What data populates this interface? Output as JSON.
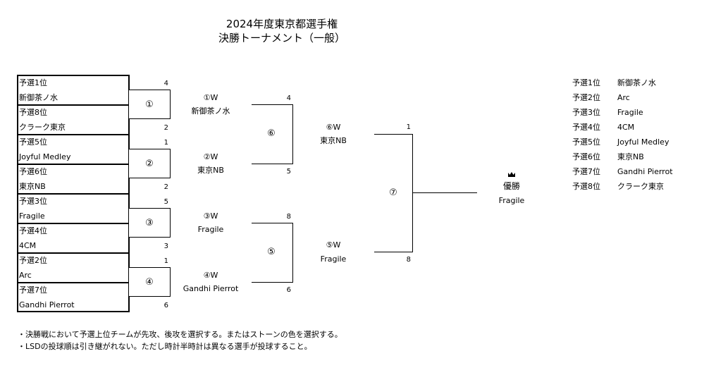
{
  "title": {
    "line1": "2024年度東京都選手権",
    "line2": "決勝トーナメント（一般）"
  },
  "entries": [
    {
      "seed": "予選1位",
      "team": "新御茶ノ水"
    },
    {
      "seed": "予選8位",
      "team": "クラーク東京"
    },
    {
      "seed": "予選5位",
      "team": "Joyful Medley"
    },
    {
      "seed": "予選6位",
      "team": "東京NB"
    },
    {
      "seed": "予選3位",
      "team": "Fragile"
    },
    {
      "seed": "予選4位",
      "team": "4CM"
    },
    {
      "seed": "予選2位",
      "team": "Arc"
    },
    {
      "seed": "予選7位",
      "team": "Gandhi Pierrot"
    }
  ],
  "round1": [
    {
      "num": "①",
      "score_top": "4",
      "score_bottom": "2",
      "winner_label": "①W",
      "winner": "新御茶ノ水"
    },
    {
      "num": "②",
      "score_top": "1",
      "score_bottom": "2",
      "winner_label": "②W",
      "winner": "東京NB"
    },
    {
      "num": "③",
      "score_top": "5",
      "score_bottom": "3",
      "winner_label": "③W",
      "winner": "Fragile"
    },
    {
      "num": "④",
      "score_top": "1",
      "score_bottom": "6",
      "winner_label": "④W",
      "winner": "Gandhi Pierrot"
    }
  ],
  "semis": [
    {
      "num": "⑥",
      "score_top": "4",
      "score_bottom": "5",
      "winner_label": "⑥W",
      "winner": "東京NB"
    },
    {
      "num": "⑤",
      "score_top": "8",
      "score_bottom": "6",
      "winner_label": "⑤W",
      "winner": "Fragile"
    }
  ],
  "final": {
    "num": "⑦",
    "score_top": "1",
    "score_bottom": "8",
    "crown_icon": "crown-icon",
    "champion_title": "優勝",
    "champion": "Fragile"
  },
  "results": [
    {
      "seed": "予選1位",
      "team": "新御茶ノ水"
    },
    {
      "seed": "予選2位",
      "team": "Arc"
    },
    {
      "seed": "予選3位",
      "team": "Fragile"
    },
    {
      "seed": "予選4位",
      "team": "4CM"
    },
    {
      "seed": "予選5位",
      "team": "Joyful Medley"
    },
    {
      "seed": "予選6位",
      "team": "東京NB"
    },
    {
      "seed": "予選7位",
      "team": "Gandhi Pierrot"
    },
    {
      "seed": "予選8位",
      "team": "クラーク東京"
    }
  ],
  "notes": [
    "・決勝戦において予選上位チームが先攻、後攻を選択する。またはストーンの色を選択する。",
    "・LSDの投球順は引き継がれない。ただし時計半時計は異なる選手が投球すること。"
  ]
}
